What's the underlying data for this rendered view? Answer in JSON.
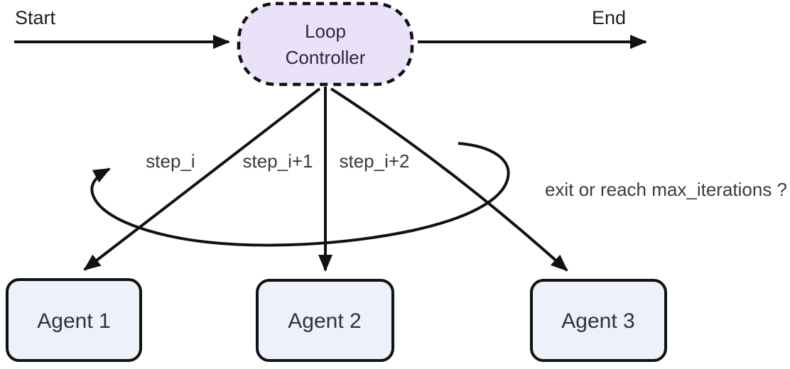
{
  "diagram": {
    "start_label": "Start",
    "end_label": "End",
    "controller": {
      "line1": "Loop",
      "line2": "Controller"
    },
    "agents": [
      "Agent 1",
      "Agent 2",
      "Agent 3"
    ],
    "edge_labels": {
      "step1": "step_i",
      "step2": "step_i+1",
      "step3": "step_i+2",
      "loop_condition": "exit or reach max_iterations ?"
    },
    "colors": {
      "controller_fill": "#E9E2F8",
      "agent_fill": "#ECF1FA",
      "line": "#111111",
      "label_text": "#3a3a3a"
    }
  }
}
